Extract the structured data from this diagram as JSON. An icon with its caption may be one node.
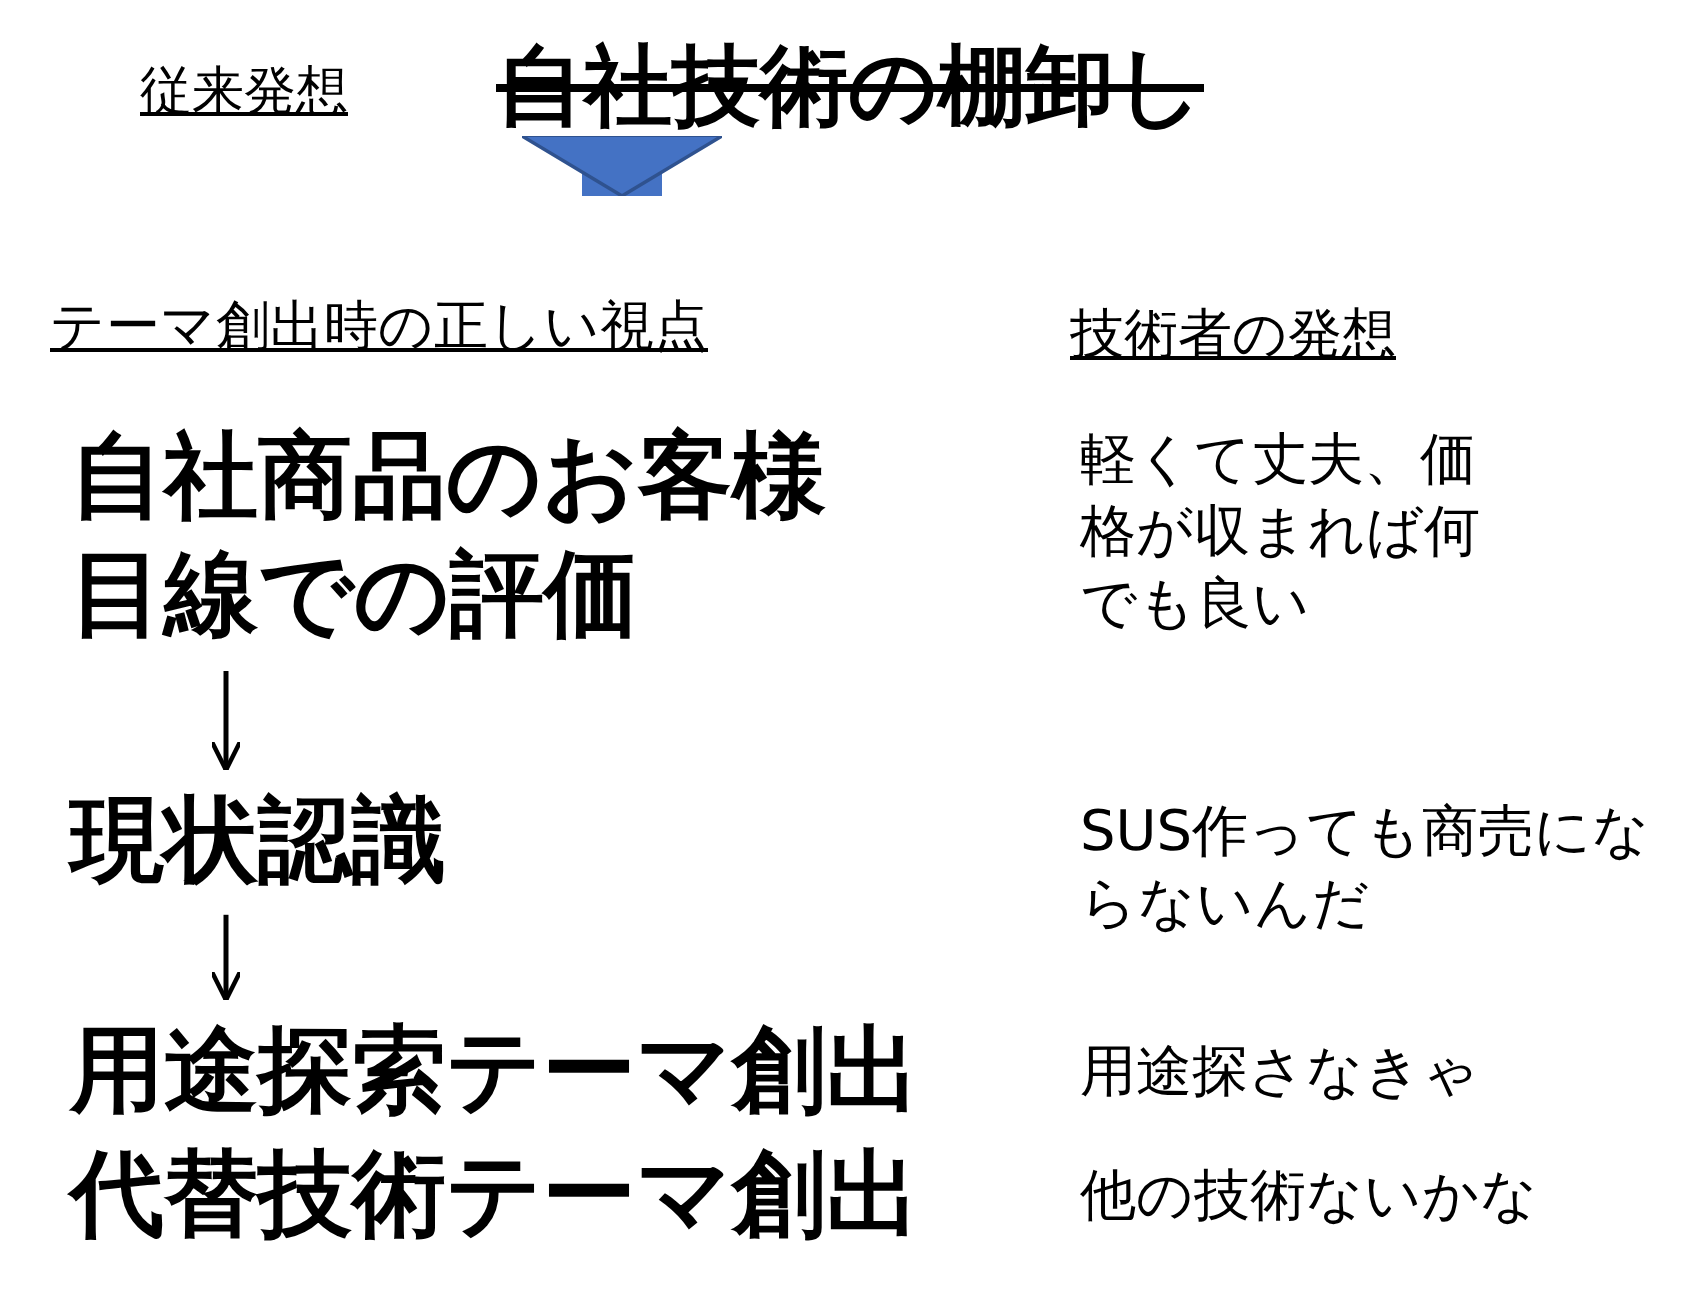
{
  "diagram": {
    "nodes": [
      {
        "text": [
          "自社技術の棚卸し"
        ]
      },
      {
        "text": [
          "テーマ創出時の正しい視点"
        ]
      },
      {
        "text": [
          "自社商品のお客様目線での評価"
        ]
      },
      {
        "text": [
          "現状認識"
        ]
      },
      {
        "text": [
          "用途探索テーマ創出"
        ]
      },
      {
        "text": [
          "代替技術テーマ創出"
        ]
      }
    ],
    "edges": [
      {
        "from": 0,
        "to": 1,
        "arrow": "to",
        "style": "thick",
        "color": "#4472c4"
      },
      {
        "from": 2,
        "to": 3,
        "arrow": "to"
      },
      {
        "from": 3,
        "to": 4,
        "arrow": "to"
      }
    ],
    "labels": [
      "従来発想",
      "技術者の発想",
      "軽くて丈夫、価格が収まれば何でも良い",
      "SUS作っても商売にならないんだ",
      "用途探さなきゃ",
      "他の技術ないかな"
    ]
  }
}
